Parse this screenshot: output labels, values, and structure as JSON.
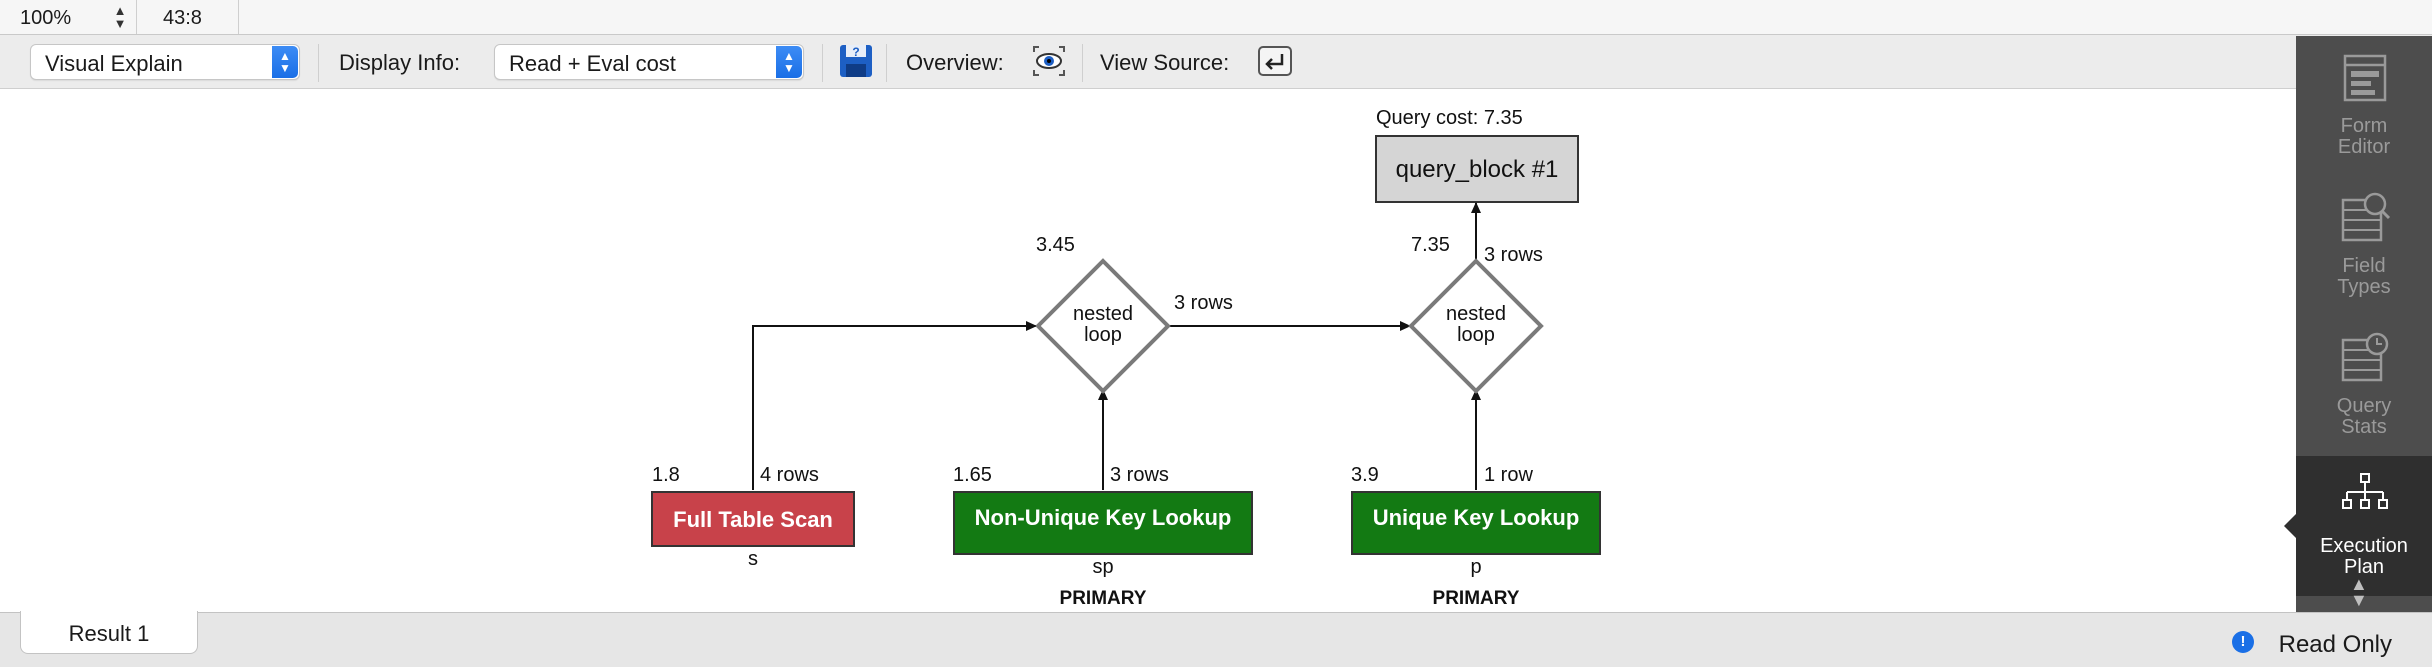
{
  "status": {
    "zoom": "100%",
    "cursor_position": "43:8"
  },
  "toolbar": {
    "view_mode": "Visual Explain",
    "display_info_label": "Display Info:",
    "display_info_value": "Read + Eval cost",
    "overview_label": "Overview:",
    "view_source_label": "View Source:"
  },
  "plan": {
    "query_cost_label": "Query cost: 7.35",
    "query_block": "query_block #1",
    "nested_loops": [
      {
        "label_line1": "nested",
        "label_line2": "loop",
        "cost": "3.45",
        "out_rows": "3 rows"
      },
      {
        "label_line1": "nested",
        "label_line2": "loop",
        "cost": "7.35",
        "out_rows": "3 rows"
      }
    ],
    "tables": [
      {
        "title": "Full Table Scan",
        "cost": "1.8",
        "rows": "4 rows",
        "alias": "s",
        "key": "",
        "color": "#c8424a"
      },
      {
        "title": "Non-Unique Key Lookup",
        "cost": "1.65",
        "rows": "3 rows",
        "alias": "sp",
        "key": "PRIMARY",
        "color": "#137a13"
      },
      {
        "title": "Unique Key Lookup",
        "cost": "3.9",
        "rows": "1 row",
        "alias": "p",
        "key": "PRIMARY",
        "color": "#137a13"
      }
    ]
  },
  "sidebar": {
    "items": [
      {
        "line1": "Form",
        "line2": "Editor",
        "icon": "form-editor-icon",
        "active": false
      },
      {
        "line1": "Field",
        "line2": "Types",
        "icon": "field-types-icon",
        "active": false
      },
      {
        "line1": "Query",
        "line2": "Stats",
        "icon": "query-stats-icon",
        "active": false
      },
      {
        "line1": "Execution",
        "line2": "Plan",
        "icon": "execution-plan-icon",
        "active": true
      }
    ]
  },
  "bottom": {
    "tab_label": "Result 1",
    "status_text": "Read Only"
  }
}
